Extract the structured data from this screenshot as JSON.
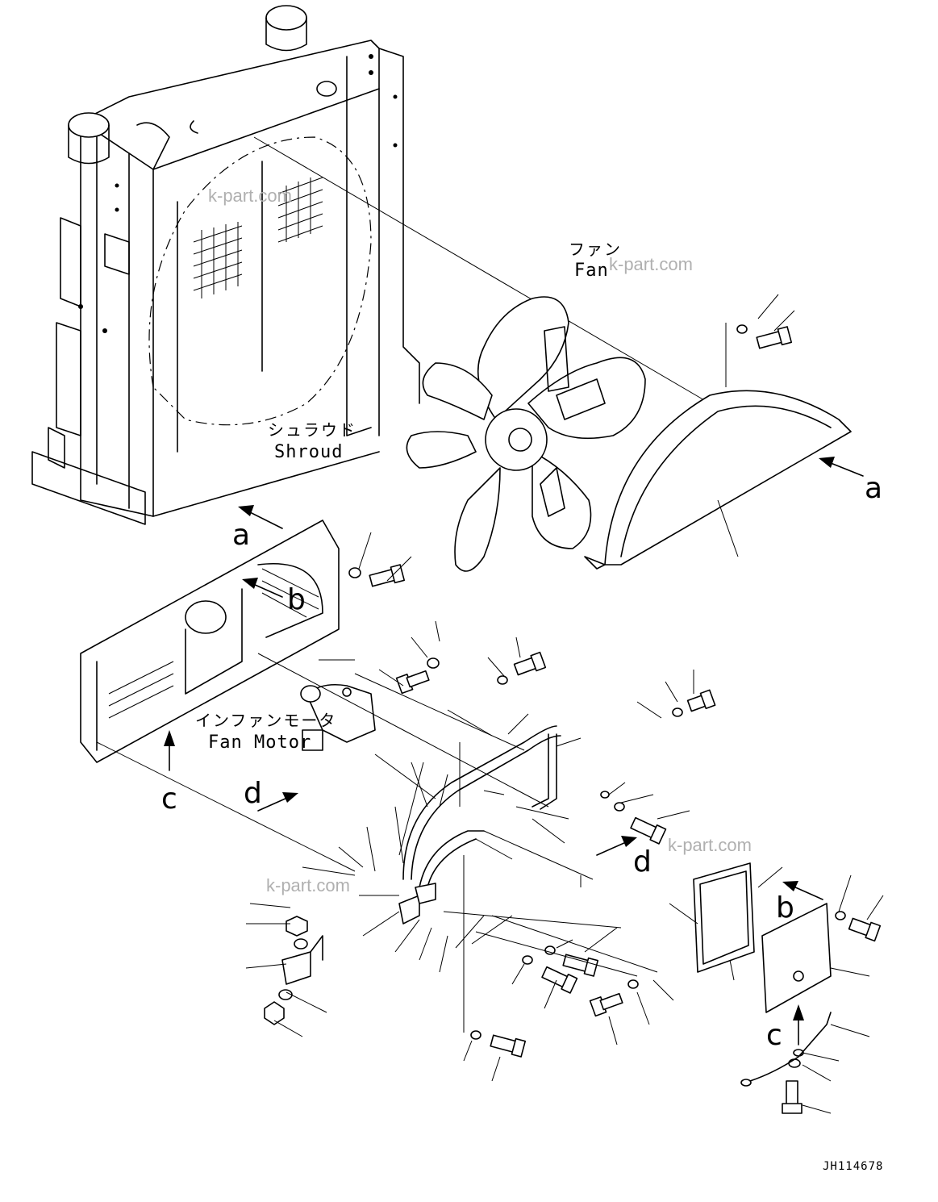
{
  "labels": {
    "shroud_jp": "シュラウド",
    "shroud_en": "Shroud",
    "fan_jp": "ファン",
    "fan_en": "Fan",
    "fan_motor_jp": "インファンモータ",
    "fan_motor_en": "Fan Motor"
  },
  "view_markers": {
    "a1": "a",
    "a2": "a",
    "b1": "b",
    "b2": "b",
    "c1": "c",
    "c2": "c",
    "d1": "d",
    "d2": "d"
  },
  "watermark": "k-part.com",
  "drawing_code": "JH114678"
}
